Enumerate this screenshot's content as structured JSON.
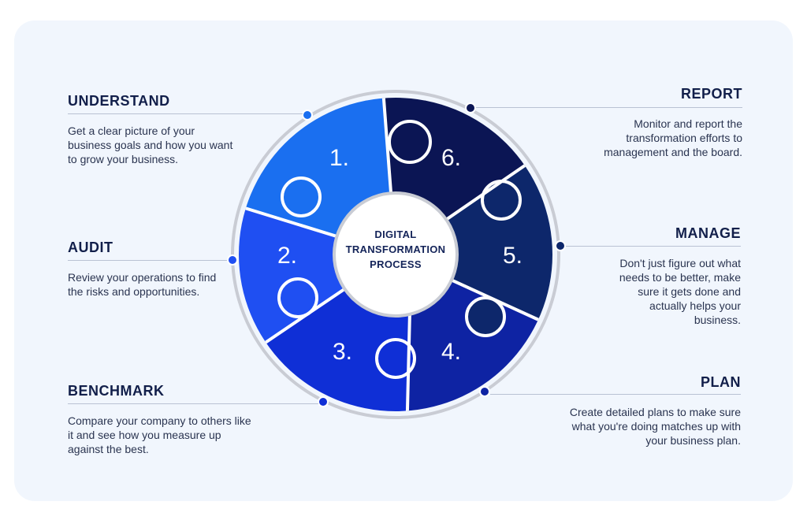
{
  "center": {
    "line1": "DIGITAL",
    "line2": "TRANSFORMATION",
    "line3": "PROCESS"
  },
  "steps": [
    {
      "number": "1.",
      "title": "UNDERSTAND",
      "description": "Get a clear picture of your business goals and how you want to grow your business.",
      "color": "#1a6ff0"
    },
    {
      "number": "2.",
      "title": "AUDIT",
      "description": "Review your operations to find the risks and opportunities.",
      "color": "#1f4ff2"
    },
    {
      "number": "3.",
      "title": "BENCHMARK",
      "description": "Compare your company to others like it and see how you measure up against the best.",
      "color": "#0f2fd6"
    },
    {
      "number": "4.",
      "title": "PLAN",
      "description": "Create detailed plans to make sure what you're doing matches up with your business plan.",
      "color": "#0e23a3"
    },
    {
      "number": "5.",
      "title": "MANAGE",
      "description": "Don't just figure out what needs to be better, make sure it gets done and actually helps your business.",
      "color": "#0d276b"
    },
    {
      "number": "6.",
      "title": "REPORT",
      "description": "Monitor and report the transformation efforts to management and the board.",
      "color": "#0b1554"
    }
  ]
}
